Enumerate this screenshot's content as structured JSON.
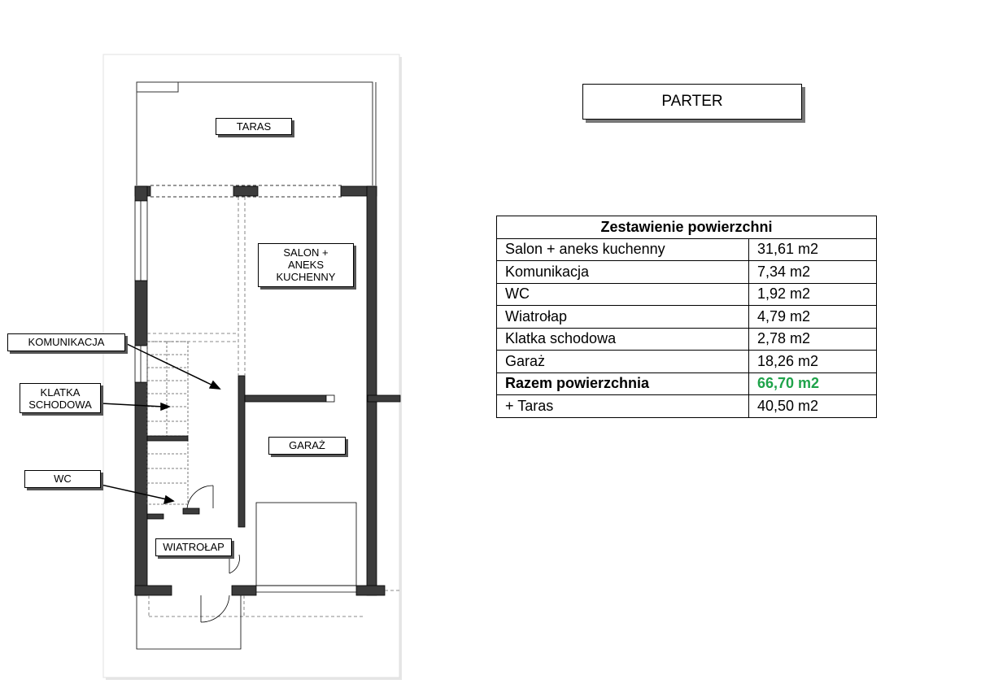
{
  "title": "PARTER",
  "rooms": {
    "taras": "TARAS",
    "salon": [
      "SALON +",
      "ANEKS",
      "KUCHENNY"
    ],
    "komunikacja": "KOMUNIKACJA",
    "klatka": [
      "KLATKA",
      "SCHODOWA"
    ],
    "wc": "WC",
    "garaz": "GARAŻ",
    "wiatrolap": "WIATROŁAP"
  },
  "table": {
    "header": "Zestawienie powierzchni",
    "rows": [
      {
        "name": "Salon + aneks kuchenny",
        "value": "31,61 m2"
      },
      {
        "name": "Komunikacja",
        "value": "7,34 m2"
      },
      {
        "name": "WC",
        "value": "1,92 m2"
      },
      {
        "name": "Wiatrołap",
        "value": "4,79 m2"
      },
      {
        "name": "Klatka schodowa",
        "value": "2,78 m2"
      },
      {
        "name": "Garaż",
        "value": "18,26 m2"
      }
    ],
    "total": {
      "name": "Razem powierzchnia",
      "value": "66,70 m2"
    },
    "extra": {
      "name": "+ Taras",
      "value": "40,50 m2"
    }
  },
  "colors": {
    "total_value": "#1fa34a",
    "wall": "#3c3c3c"
  }
}
